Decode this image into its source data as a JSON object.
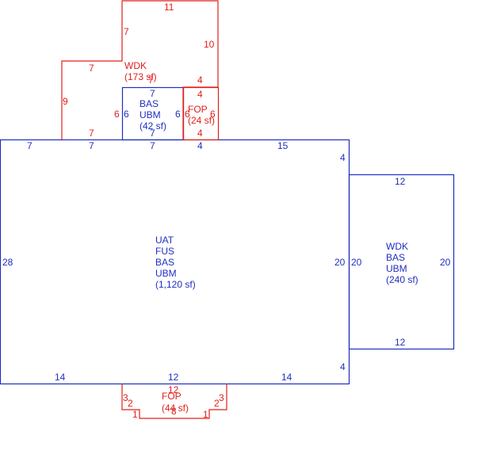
{
  "colors": {
    "blue": "#1f2fbf",
    "red": "#e0201b"
  },
  "main_area": {
    "lines": [
      "UAT",
      "FUS",
      "BAS",
      "UBM",
      "(1,120 sf)"
    ]
  },
  "right_wdk": {
    "lines": [
      "WDK",
      "BAS",
      "UBM",
      "(240 sf)"
    ]
  },
  "bas_small": {
    "lines": [
      "BAS",
      "UBM",
      "(42 sf)"
    ]
  },
  "wdk_top": {
    "lines": [
      "WDK",
      "(173 sf)"
    ]
  },
  "fop_top": {
    "lines": [
      "FOP",
      "(24 sf)"
    ]
  },
  "fop_bottom": {
    "lines": [
      "FOP",
      "(44 sf)"
    ]
  },
  "dims": {
    "main_top_7a": "7",
    "main_top_7b": "7",
    "main_top_7c": "7",
    "main_top_4": "4",
    "main_top_15": "15",
    "main_left_28": "28",
    "main_right_4a": "4",
    "main_right_20": "20",
    "main_right_4b": "4",
    "main_bottom_14a": "14",
    "main_bottom_12": "12",
    "main_bottom_14b": "14",
    "rwdk_top_12": "12",
    "rwdk_left_20": "20",
    "rwdk_right_20": "20",
    "rwdk_bottom_12": "12",
    "bas_top_7": "7",
    "bas_left_6": "6",
    "bas_right_6": "6",
    "bas_bottom_7": "7",
    "wdk_top_11": "11",
    "wdk_left_7": "7",
    "wdk_right_10": "10",
    "wdk_step_7": "7",
    "wdk_inner_7": "7",
    "wdk_inner_4": "4",
    "wdk_left_9": "9",
    "wdk_left_6": "6",
    "wdk_bottom_7": "7",
    "fop_top_4": "4",
    "fop_left_6": "6",
    "fop_right_6": "6",
    "fop_bottom_4": "4",
    "fopb_top_12": "12",
    "fopb_left_3": "3",
    "fopb_left_2": "2",
    "fopb_left_1": "1",
    "fopb_bottom_8": "8",
    "fopb_right_1": "1",
    "fopb_right_2": "2",
    "fopb_right_3": "3"
  }
}
